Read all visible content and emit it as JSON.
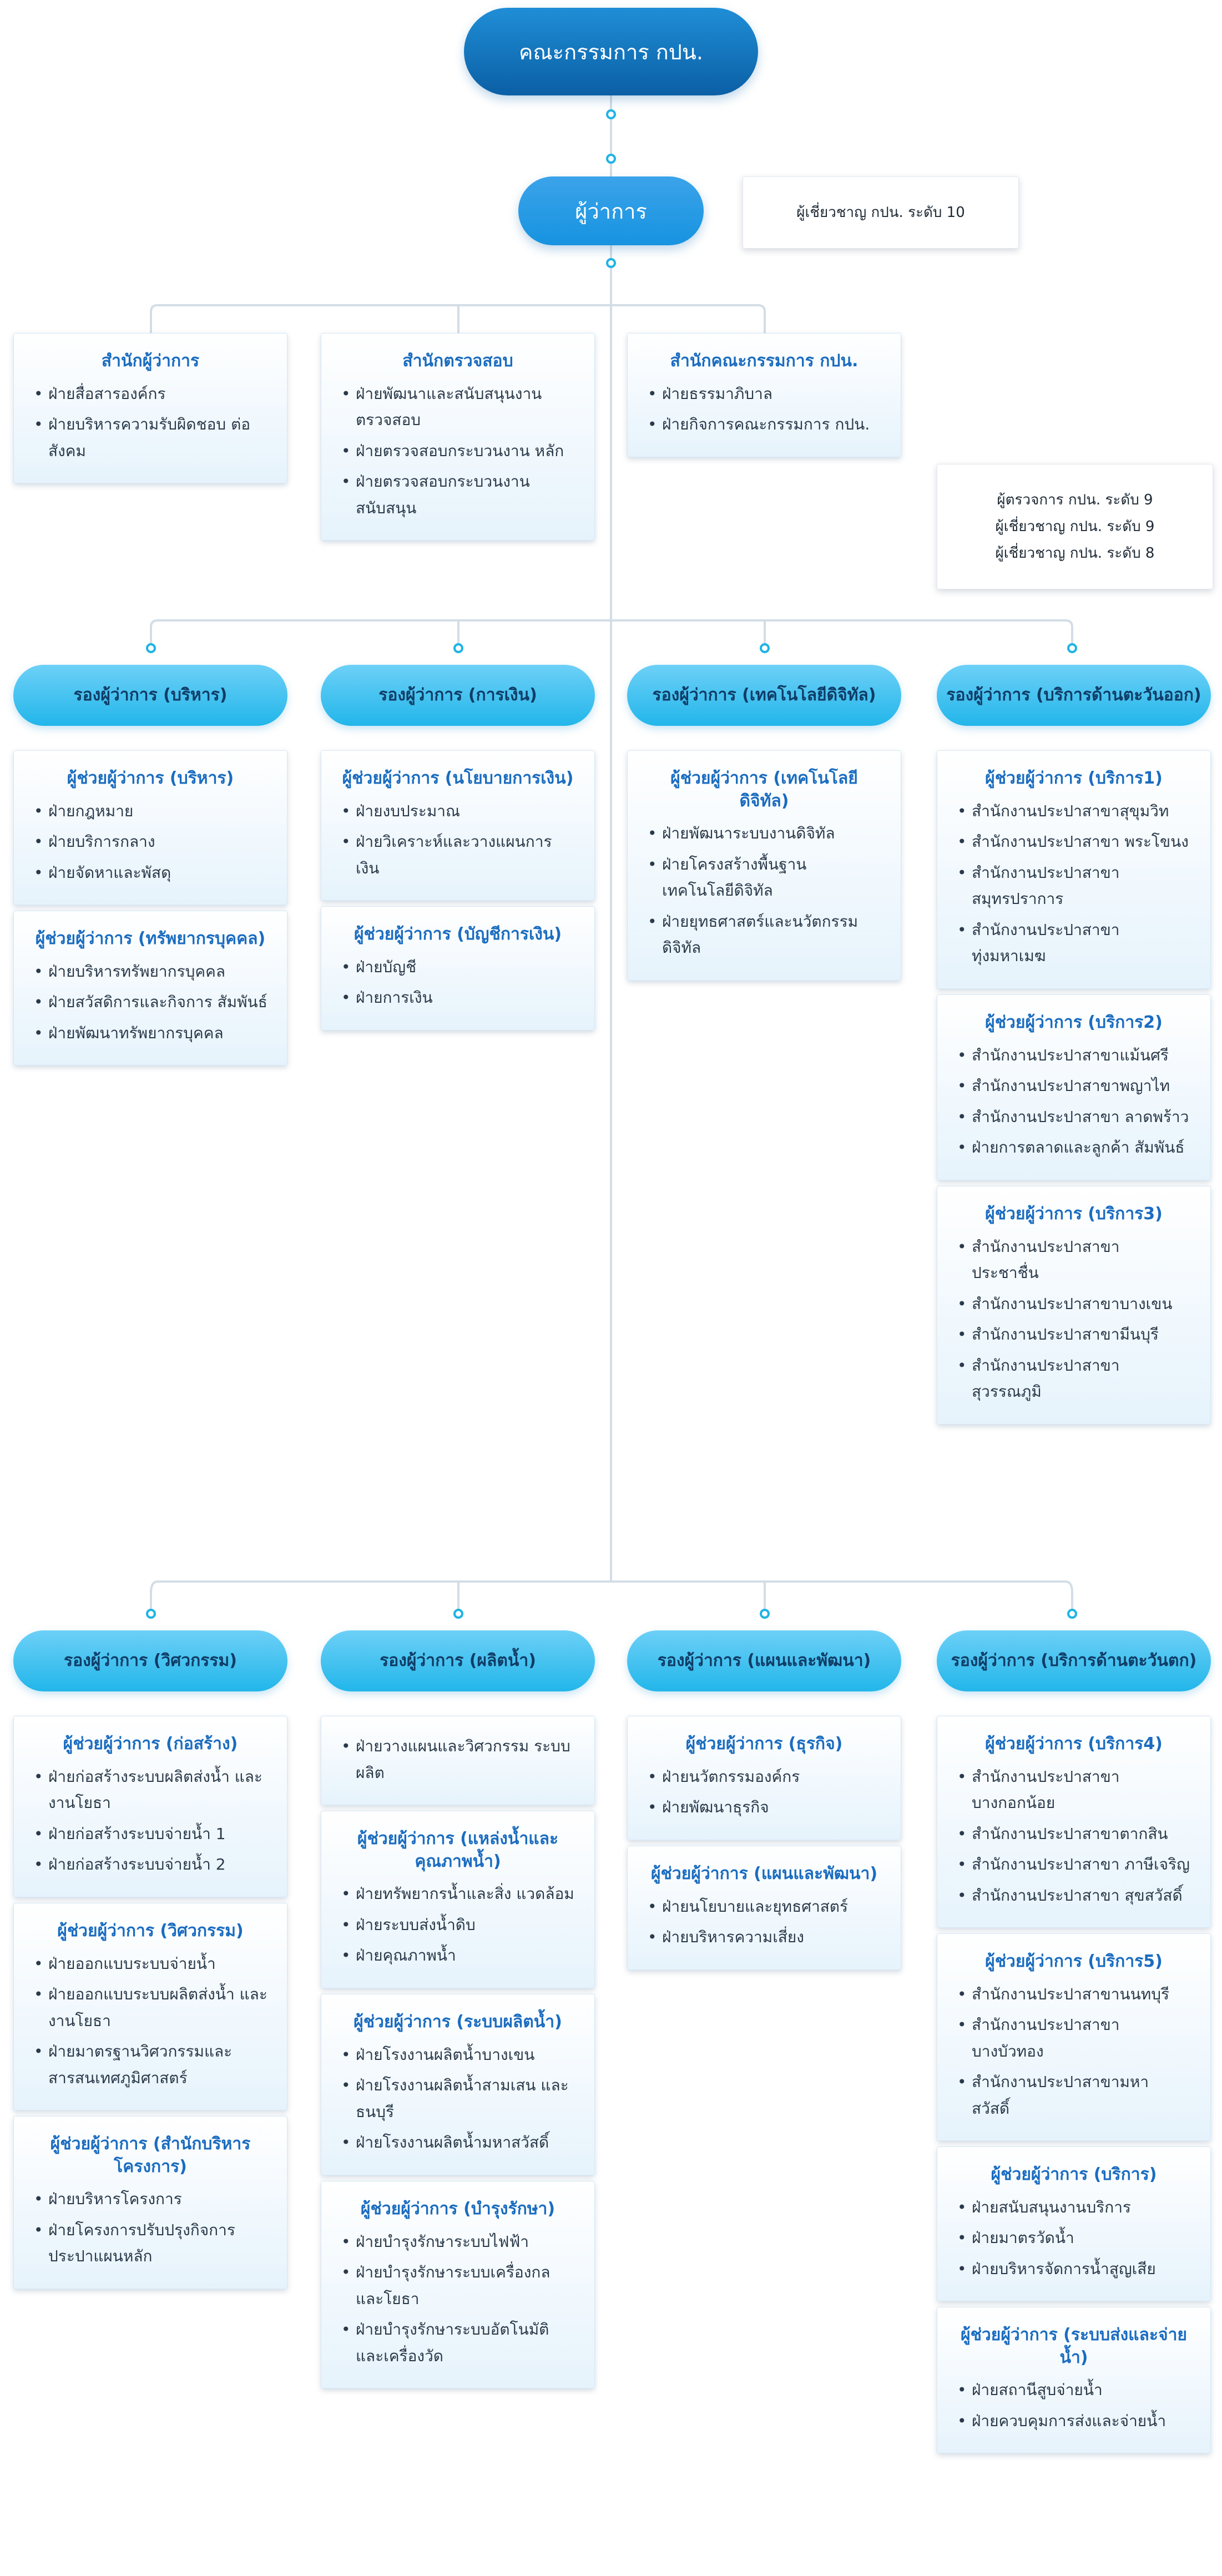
{
  "top": "คณะกรรมการ กปน.",
  "governor": "ผู้ว่าการ",
  "expert10": "ผู้เชี่ยวชาญ กปน. ระดับ 10",
  "advisors": [
    "ผู้ตรวจการ กปน. ระดับ 9",
    "ผู้เชี่ยวชาญ กปน. ระดับ 9",
    "ผู้เชี่ยวชาญ กปน. ระดับ 8"
  ],
  "offices": [
    {
      "title": "สำนักผู้ว่าการ",
      "items": [
        "ฝ่ายสื่อสารองค์กร",
        "ฝ่ายบริหารความรับผิดชอบ ต่อสังคม"
      ]
    },
    {
      "title": "สำนักตรวจสอบ",
      "items": [
        "ฝ่ายพัฒนาและสนับสนุนงาน ตรวจสอบ",
        "ฝ่ายตรวจสอบกระบวนงาน หลัก",
        "ฝ่ายตรวจสอบกระบวนงาน สนับสนุน"
      ]
    },
    {
      "title": "สำนักคณะกรรมการ กปน.",
      "items": [
        "ฝ่ายธรรมาภิบาล",
        "ฝ่ายกิจการคณะกรรมการ กปน."
      ]
    }
  ],
  "deputies_row1": [
    "รองผู้ว่าการ (บริหาร)",
    "รองผู้ว่าการ (การเงิน)",
    "รองผู้ว่าการ (เทคโนโลยีดิจิทัล)",
    "รองผู้ว่าการ (บริการด้านตะวันออก)"
  ],
  "deputies_row2": [
    "รองผู้ว่าการ (วิศวกรรม)",
    "รองผู้ว่าการ (ผลิตน้ำ)",
    "รองผู้ว่าการ (แผนและพัฒนา)",
    "รองผู้ว่าการ (บริการด้านตะวันตก)"
  ],
  "row1_cols": [
    [
      {
        "title": "ผู้ช่วยผู้ว่าการ (บริหาร)",
        "items": [
          "ฝ่ายกฎหมาย",
          "ฝ่ายบริการกลาง",
          "ฝ่ายจัดหาและพัสดุ"
        ]
      },
      {
        "title": "ผู้ช่วยผู้ว่าการ (ทรัพยากรบุคคล)",
        "items": [
          "ฝ่ายบริหารทรัพยากรบุคคล",
          "ฝ่ายสวัสดิการและกิจการ สัมพันธ์",
          "ฝ่ายพัฒนาทรัพยากรบุคคล"
        ]
      }
    ],
    [
      {
        "title": "ผู้ช่วยผู้ว่าการ (นโยบายการเงิน)",
        "items": [
          "ฝ่ายงบประมาณ",
          "ฝ่ายวิเคราะห์และวางแผนการ เงิน"
        ]
      },
      {
        "title": "ผู้ช่วยผู้ว่าการ (บัญชีการเงิน)",
        "items": [
          "ฝ่ายบัญชี",
          "ฝ่ายการเงิน"
        ]
      }
    ],
    [
      {
        "title": "ผู้ช่วยผู้ว่าการ (เทคโนโลยีดิจิทัล)",
        "items": [
          "ฝ่ายพัฒนาระบบงานดิจิทัล",
          "ฝ่ายโครงสร้างพื้นฐาน เทคโนโลยีดิจิทัล",
          "ฝ่ายยุทธศาสตร์และนวัตกรรม ดิจิทัล"
        ]
      }
    ],
    [
      {
        "title": "ผู้ช่วยผู้ว่าการ (บริการ1)",
        "items": [
          "สำนักงานประปาสาขาสุขุมวิท",
          "สำนักงานประปาสาขา พระโขนง",
          "สำนักงานประปาสาขา สมุทรปราการ",
          "สำนักงานประปาสาขา ทุ่งมหาเมฆ"
        ]
      },
      {
        "title": "ผู้ช่วยผู้ว่าการ (บริการ2)",
        "items": [
          "สำนักงานประปาสาขาแม้นศรี",
          "สำนักงานประปาสาขาพญาไท",
          "สำนักงานประปาสาขา ลาดพร้าว",
          "ฝ่ายการตลาดและลูกค้า สัมพันธ์"
        ]
      },
      {
        "title": "ผู้ช่วยผู้ว่าการ (บริการ3)",
        "items": [
          "สำนักงานประปาสาขา ประชาชื่น",
          "สำนักงานประปาสาขาบางเขน",
          "สำนักงานประปาสาขามีนบุรี",
          "สำนักงานประปาสาขา สุวรรณภูมิ"
        ]
      }
    ]
  ],
  "row2_cols": [
    [
      {
        "title": "ผู้ช่วยผู้ว่าการ (ก่อสร้าง)",
        "items": [
          "ฝ่ายก่อสร้างระบบผลิตส่งน้ำ และงานโยธา",
          "ฝ่ายก่อสร้างระบบจ่ายน้ำ 1",
          "ฝ่ายก่อสร้างระบบจ่ายน้ำ 2"
        ]
      },
      {
        "title": "ผู้ช่วยผู้ว่าการ (วิศวกรรม)",
        "items": [
          "ฝ่ายออกแบบระบบจ่ายน้ำ",
          "ฝ่ายออกแบบระบบผลิตส่งน้ำ และงานโยธา",
          "ฝ่ายมาตรฐานวิศวกรรมและ สารสนเทศภูมิศาสตร์"
        ]
      },
      {
        "title": "ผู้ช่วยผู้ว่าการ (สำนักบริหารโครงการ)",
        "items": [
          "ฝ่ายบริหารโครงการ",
          "ฝ่ายโครงการปรับปรุงกิจการ ประปาแผนหลัก"
        ]
      }
    ],
    [
      {
        "title": "",
        "items": [
          "ฝ่ายวางแผนและวิศวกรรม ระบบผลิต"
        ]
      },
      {
        "title": "ผู้ช่วยผู้ว่าการ (แหล่งน้ำและคุณภาพน้ำ)",
        "items": [
          "ฝ่ายทรัพยากรน้ำและสิ่ง แวดล้อม",
          "ฝ่ายระบบส่งน้ำดิบ",
          "ฝ่ายคุณภาพน้ำ"
        ]
      },
      {
        "title": "ผู้ช่วยผู้ว่าการ (ระบบผลิตน้ำ)",
        "items": [
          "ฝ่ายโรงงานผลิตน้ำบางเขน",
          "ฝ่ายโรงงานผลิตน้ำสามเสน และธนบุรี",
          "ฝ่ายโรงงานผลิตน้ำมหาสวัสดิ์"
        ]
      },
      {
        "title": "ผู้ช่วยผู้ว่าการ (บำรุงรักษา)",
        "items": [
          "ฝ่ายบำรุงรักษาระบบไฟฟ้า",
          "ฝ่ายบำรุงรักษาระบบเครื่องกล และโยธา",
          "ฝ่ายบำรุงรักษาระบบอัตโนมัติ และเครื่องวัด"
        ]
      }
    ],
    [
      {
        "title": "ผู้ช่วยผู้ว่าการ (ธุรกิจ)",
        "items": [
          "ฝ่ายนวัตกรรมองค์กร",
          "ฝ่ายพัฒนาธุรกิจ"
        ]
      },
      {
        "title": "ผู้ช่วยผู้ว่าการ (แผนและพัฒนา)",
        "items": [
          "ฝ่ายนโยบายและยุทธศาสตร์",
          "ฝ่ายบริหารความเสี่ยง"
        ]
      }
    ],
    [
      {
        "title": "ผู้ช่วยผู้ว่าการ (บริการ4)",
        "items": [
          "สำนักงานประปาสาขา บางกอกน้อย",
          "สำนักงานประปาสาขาตากสิน",
          "สำนักงานประปาสาขา ภาษีเจริญ",
          "สำนักงานประปาสาขา สุขสวัสดิ์"
        ]
      },
      {
        "title": "ผู้ช่วยผู้ว่าการ (บริการ5)",
        "items": [
          "สำนักงานประปาสาขานนทบุรี",
          "สำนักงานประปาสาขา บางบัวทอง",
          "สำนักงานประปาสาขามหา สวัสดิ์"
        ]
      },
      {
        "title": "ผู้ช่วยผู้ว่าการ (บริการ)",
        "items": [
          "ฝ่ายสนับสนุนงานบริการ",
          "ฝ่ายมาตรวัดน้ำ",
          "ฝ่ายบริหารจัดการน้ำสูญเสีย"
        ]
      },
      {
        "title": "ผู้ช่วยผู้ว่าการ (ระบบส่งและจ่ายน้ำ)",
        "items": [
          "ฝ่ายสถานีสูบจ่ายน้ำ",
          "ฝ่ายควบคุมการส่งและจ่ายน้ำ"
        ]
      }
    ]
  ]
}
